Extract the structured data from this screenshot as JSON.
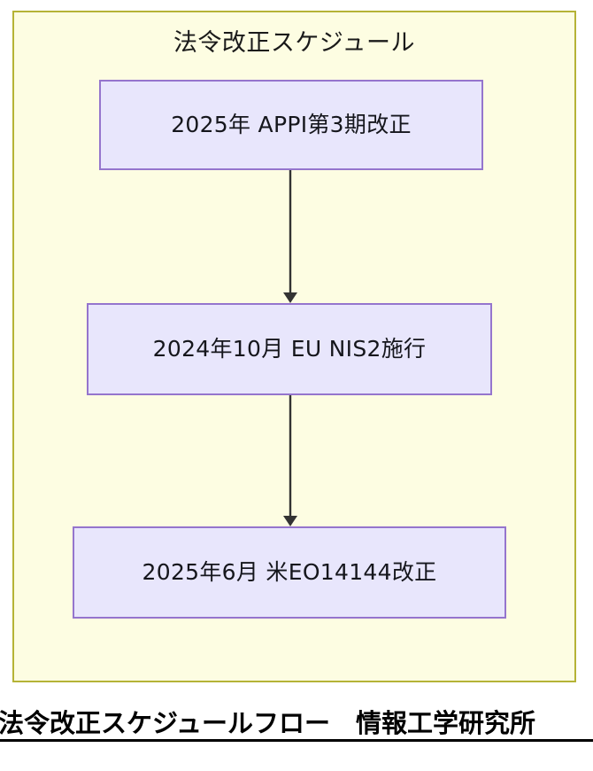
{
  "figure": {
    "panel": {
      "title": "法令改正スケジュール",
      "background_color": "#fdfde2",
      "border_color": "#b5b336"
    },
    "nodes": [
      {
        "id": "node-0",
        "label": "2025年 APPI第3期改正"
      },
      {
        "id": "node-1",
        "label": "2024年10月 EU NIS2施行"
      },
      {
        "id": "node-2",
        "label": "2025年6月 米EO14144改正"
      }
    ],
    "node_style": {
      "fill_color": "#e8e6fc",
      "border_color": "#9575cd"
    },
    "connectors": [
      {
        "from": "node-0",
        "to": "node-1",
        "arrow": "down-arrow"
      },
      {
        "from": "node-1",
        "to": "node-2",
        "arrow": "down-arrow"
      }
    ],
    "connector_color": "#333333"
  },
  "caption": {
    "text": "法令改正スケジュールフロー　情報工学研究所"
  }
}
